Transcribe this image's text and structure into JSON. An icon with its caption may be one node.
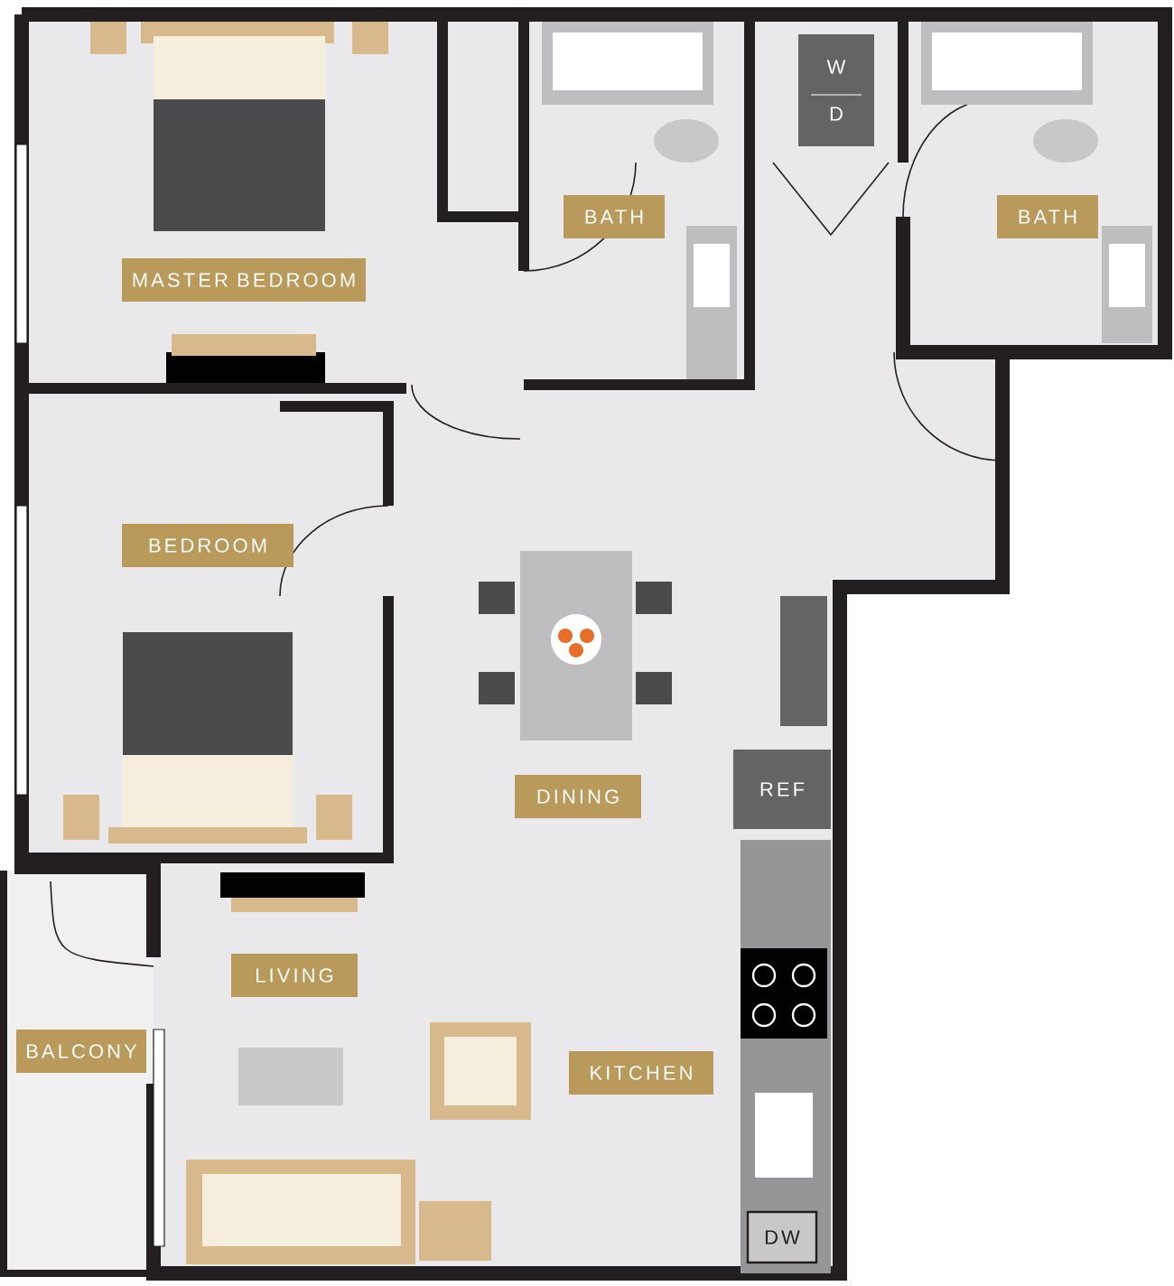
{
  "diagram": {
    "nodes": [
      {
        "text": [
          "MASTER BEDROOM"
        ]
      },
      {
        "text": [
          "BATH"
        ]
      },
      {
        "text": [
          "W",
          "D"
        ]
      },
      {
        "text": [
          "BATH"
        ]
      },
      {
        "text": [
          "BEDROOM"
        ]
      },
      {
        "text": [
          "DINING"
        ]
      },
      {
        "text": [
          "REF"
        ]
      },
      {
        "text": [
          "LIVING"
        ]
      },
      {
        "text": [
          "BALCONY"
        ]
      },
      {
        "text": [
          "KITCHEN"
        ]
      },
      {
        "text": [
          "DW"
        ]
      }
    ]
  }
}
